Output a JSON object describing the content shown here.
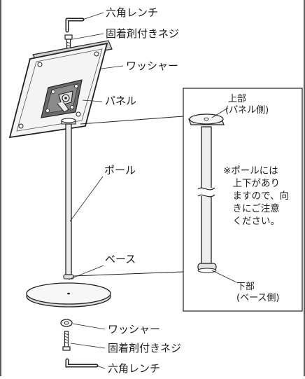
{
  "labels": {
    "hex_wrench_top": "六角レンチ",
    "screw_top": "固着剤付きネジ",
    "washer_top": "ワッシャー",
    "panel": "パネル",
    "pole": "ポール",
    "base": "ベース",
    "washer_bottom": "ワッシャー",
    "screw_bottom": "固着剤付きネジ",
    "hex_wrench_bottom": "六角レンチ"
  },
  "detail": {
    "top_line1": "上部",
    "top_line2": "(パネル側)",
    "note": "※ポールには\n　上下があり\n　ますので、向\n　きにご注意\n　ください。",
    "bottom_line1": "下部",
    "bottom_line2": "(ベース側)"
  }
}
